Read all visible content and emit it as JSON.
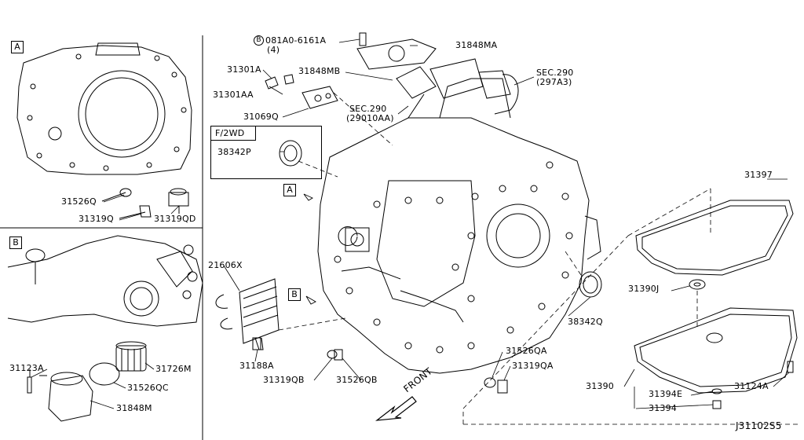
{
  "detail_a": {
    "tag": "A"
  },
  "detail_b": {
    "tag": "B"
  },
  "callout_a": {
    "tag": "A"
  },
  "callout_b": {
    "tag": "B"
  },
  "option_box": {
    "title": "F/2WD",
    "part": "38342P"
  },
  "bolt_spec": {
    "symbol": "B",
    "code": "081A0-6161A",
    "qty": "(4)"
  },
  "parts": {
    "p31526Q": "31526Q",
    "p31319Q": "31319Q",
    "p31319QD": "31319QD",
    "p31123A": "31123A",
    "p31726M": "31726M",
    "p31526QC": "31526QC",
    "p31848M": "31848M",
    "p31848MA": "31848MA",
    "p31301A": "31301A",
    "p31848MB": "31848MB",
    "p31301AA": "31301AA",
    "p31069Q": "31069Q",
    "p21606X": "21606X",
    "p31188A": "31188A",
    "p31319QB": "31319QB",
    "p31526QB": "31526QB",
    "p31526QA": "31526QA",
    "p31319QA": "31319QA",
    "p38342Q": "38342Q",
    "p31397": "31397",
    "p31390J": "31390J",
    "p31390": "31390",
    "p31394E": "31394E",
    "p31394": "31394",
    "p31124A": "31124A"
  },
  "sec290a": {
    "line1": "SEC.290",
    "line2": "(297A3)"
  },
  "sec290b": {
    "line1": "SEC.290",
    "line2": "(29010AA)"
  },
  "front_label": "FRONT",
  "diagram_id": "J31102S5"
}
